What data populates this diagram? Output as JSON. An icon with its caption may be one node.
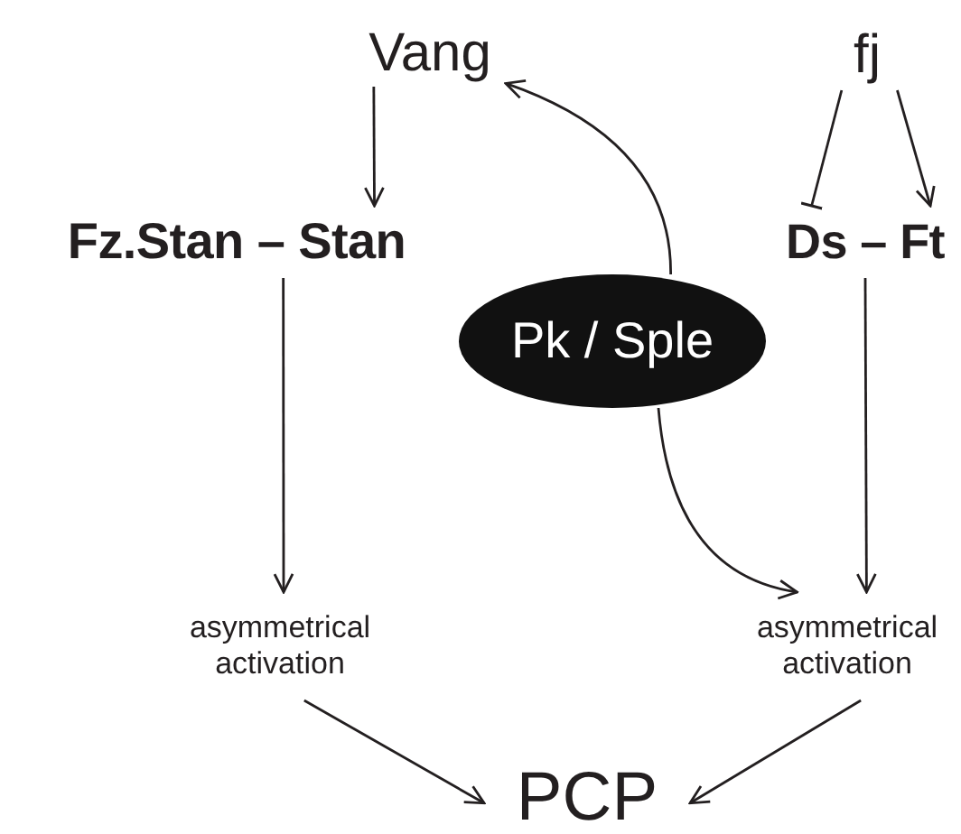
{
  "diagram": {
    "nodes": [
      {
        "text": [
          "Vang"
        ]
      },
      {
        "text": [
          "fj"
        ]
      },
      {
        "text": [
          "Fz.Stan – Stan"
        ]
      },
      {
        "text": [
          "Ds – Ft"
        ]
      },
      {
        "text": [
          "Pk / Sple"
        ]
      },
      {
        "text": [
          "asymmetrical activation"
        ]
      },
      {
        "text": [
          "asymmetrical activation"
        ]
      },
      {
        "text": [
          "PCP"
        ]
      }
    ],
    "edges": [
      {
        "from": 0,
        "to": 2,
        "arrow": "to"
      },
      {
        "from": 1,
        "to": 3,
        "arrow": "other"
      },
      {
        "from": 1,
        "to": 3,
        "arrow": "to"
      },
      {
        "from": 4,
        "to": 0,
        "arrow": "to"
      },
      {
        "from": 4,
        "to": 6,
        "arrow": "to"
      },
      {
        "from": 2,
        "to": 5,
        "arrow": "to"
      },
      {
        "from": 3,
        "to": 6,
        "arrow": "to"
      },
      {
        "from": 5,
        "to": 7,
        "arrow": "to"
      },
      {
        "from": 6,
        "to": 7,
        "arrow": "to"
      }
    ]
  }
}
